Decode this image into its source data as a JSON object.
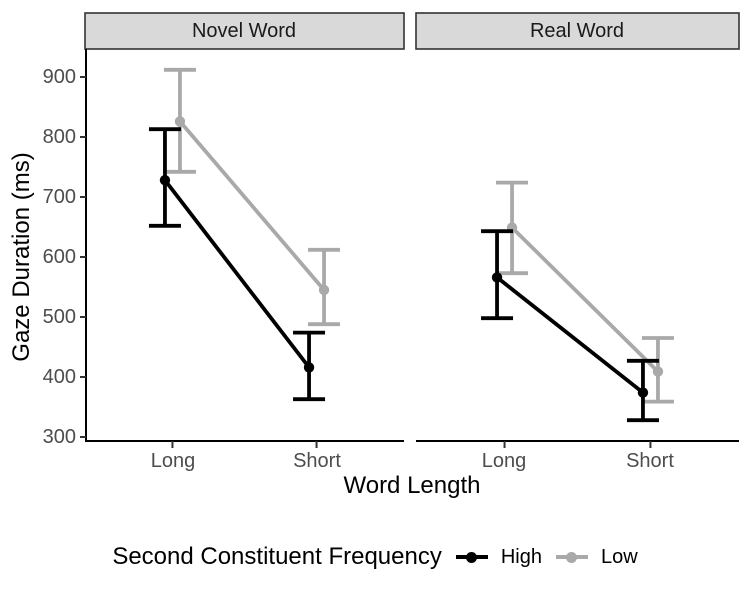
{
  "chart_data": {
    "type": "line",
    "facets": [
      {
        "label": "Novel Word",
        "series": [
          {
            "name": "High",
            "points": [
              {
                "x": "Long",
                "y": 728,
                "ymin": 652,
                "ymax": 813
              },
              {
                "x": "Short",
                "y": 416,
                "ymin": 363,
                "ymax": 474
              }
            ]
          },
          {
            "name": "Low",
            "points": [
              {
                "x": "Long",
                "y": 826,
                "ymin": 742,
                "ymax": 912
              },
              {
                "x": "Short",
                "y": 545,
                "ymin": 488,
                "ymax": 612
              }
            ]
          }
        ]
      },
      {
        "label": "Real Word",
        "series": [
          {
            "name": "High",
            "points": [
              {
                "x": "Long",
                "y": 566,
                "ymin": 498,
                "ymax": 643
              },
              {
                "x": "Short",
                "y": 374,
                "ymin": 328,
                "ymax": 427
              }
            ]
          },
          {
            "name": "Low",
            "points": [
              {
                "x": "Long",
                "y": 649,
                "ymin": 573,
                "ymax": 724
              },
              {
                "x": "Short",
                "y": 409,
                "ymin": 359,
                "ymax": 465
              }
            ]
          }
        ]
      }
    ],
    "categories": [
      "Long",
      "Short"
    ],
    "xlabel": "Word Length",
    "ylabel": "Gaze Duration (ms)",
    "yticks": [
      300,
      400,
      500,
      600,
      700,
      800,
      900
    ],
    "ylim": [
      300,
      935
    ],
    "grid": false,
    "error_bars": true,
    "legend": {
      "title": "Second Constituent Frequency",
      "position": "bottom",
      "entries": [
        {
          "label": "High",
          "color": "#000000"
        },
        {
          "label": "Low",
          "color": "#A9A9A9"
        }
      ]
    },
    "style": {
      "strip_fill": "#D9D9D9",
      "strip_border": "#333333",
      "axis_line_color": "#000000",
      "tick_color": "#333333",
      "axis_text_color": "#4D4D4D"
    }
  }
}
